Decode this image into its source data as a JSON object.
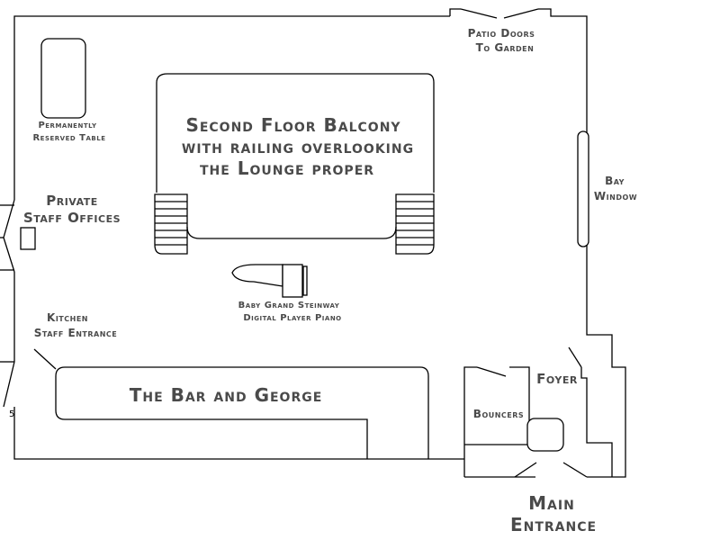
{
  "labels": {
    "patio_line1": "Patio Doors",
    "patio_line2": "To Garden",
    "reserved_line1": "Permanently",
    "reserved_line2": "Reserved Table",
    "balcony_line1": "Second Floor Balcony",
    "balcony_line2": "with railing overlooking",
    "balcony_line3": "the Lounge proper",
    "bay_line1": "Bay",
    "bay_line2": "Window",
    "offices_line1": "Private",
    "offices_line2": "Staff Offices",
    "piano_line1": "Baby Grand Steinway",
    "piano_line2": "Digital Player Piano",
    "kitchen_line1": "Kitchen",
    "kitchen_line2": "Staff Entrance",
    "bar": "The Bar and George",
    "foyer": "Foyer",
    "bouncers": "Bouncers",
    "main_line1": "Main",
    "main_line2": "Entrance",
    "marker": "5"
  }
}
